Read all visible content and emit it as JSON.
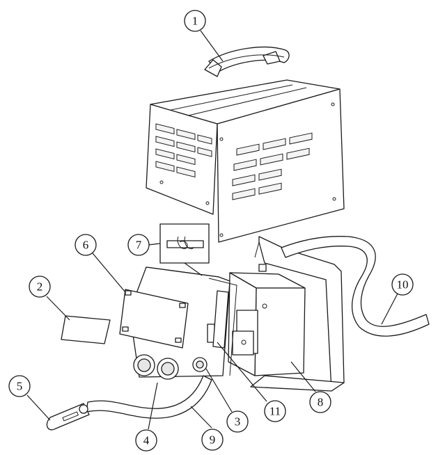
{
  "diagram": {
    "callouts": [
      {
        "id": "callout-1",
        "label": "1"
      },
      {
        "id": "callout-2",
        "label": "2"
      },
      {
        "id": "callout-3",
        "label": "3"
      },
      {
        "id": "callout-4",
        "label": "4"
      },
      {
        "id": "callout-5",
        "label": "5"
      },
      {
        "id": "callout-6",
        "label": "6"
      },
      {
        "id": "callout-7",
        "label": "7"
      },
      {
        "id": "callout-8",
        "label": "8"
      },
      {
        "id": "callout-9",
        "label": "9"
      },
      {
        "id": "callout-10",
        "label": "10"
      },
      {
        "id": "callout-11",
        "label": "11"
      }
    ]
  }
}
